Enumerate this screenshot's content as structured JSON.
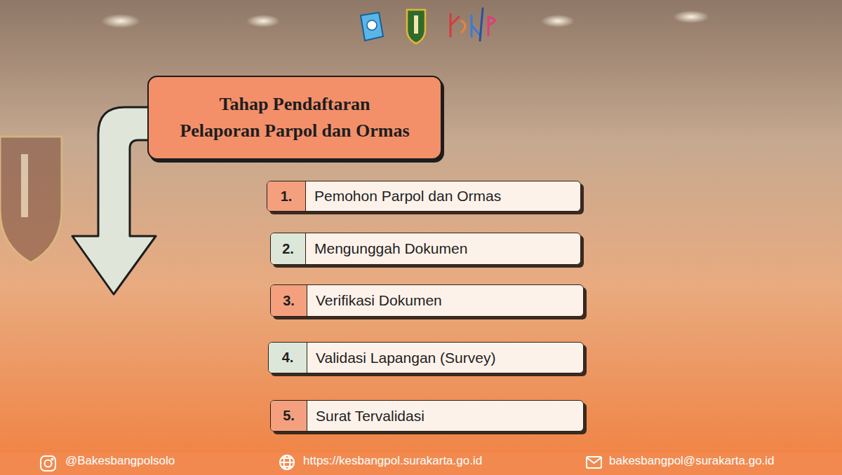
{
  "diagram": {
    "title": "Tahap Pendaftaran Pelaporan Parpol dan Ormas",
    "nodes": [
      {
        "text": [
          "1.",
          "Pemohon Parpol dan Ormas"
        ]
      },
      {
        "text": [
          "2.",
          "Mengunggah Dokumen"
        ]
      },
      {
        "text": [
          "3.",
          "Verifikasi Dokumen"
        ]
      },
      {
        "text": [
          "4.",
          "Validasi Lapangan (Survey)"
        ]
      },
      {
        "text": [
          "5.",
          "Surat Tervalidasi"
        ]
      }
    ],
    "labels": [
      "@Bakesbangpolsolo",
      "https://kesbangpol.surakarta.go.id",
      "bakesbangpol@surakarta.go.id"
    ]
  }
}
